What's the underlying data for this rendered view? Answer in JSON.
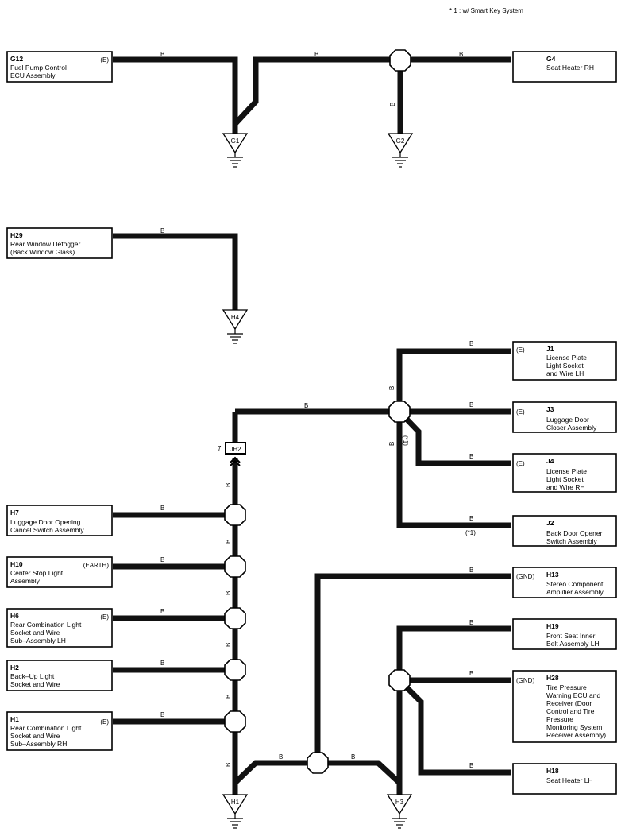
{
  "note": "* 1 : w/ Smart Key System",
  "wire_color": "B",
  "components": {
    "g12": {
      "code": "G12",
      "lines": [
        "Fuel Pump Control",
        "ECU Assembly"
      ],
      "tag": "(E)"
    },
    "g4": {
      "code": "G4",
      "lines": [
        "Seat Heater RH"
      ],
      "tag": ""
    },
    "h29": {
      "code": "H29",
      "lines": [
        "Rear Window Defogger",
        "(Back Window Glass)"
      ],
      "tag": ""
    },
    "j1": {
      "code": "J1",
      "lines": [
        "License Plate",
        "Light Socket",
        "and Wire LH"
      ],
      "tag": "(E)"
    },
    "j3": {
      "code": "J3",
      "lines": [
        "Luggage Door",
        "Closer Assembly"
      ],
      "tag": "(E)"
    },
    "j4": {
      "code": "J4",
      "lines": [
        "License Plate",
        "Light Socket",
        "and Wire RH"
      ],
      "tag": "(E)"
    },
    "j2": {
      "code": "J2",
      "lines": [
        "Back Door Opener",
        "Switch Assembly"
      ],
      "tag": ""
    },
    "h7": {
      "code": "H7",
      "lines": [
        "Luggage Door Opening",
        "Cancel Switch Assembly"
      ],
      "tag": ""
    },
    "h10": {
      "code": "H10",
      "lines": [
        "Center Stop Light",
        "Assembly"
      ],
      "tag": "(EARTH)"
    },
    "h6": {
      "code": "H6",
      "lines": [
        "Rear Combination Light",
        "Socket and Wire",
        "Sub–Assembly LH"
      ],
      "tag": "(E)"
    },
    "h2": {
      "code": "H2",
      "lines": [
        "Back–Up Light",
        "Socket and Wire"
      ],
      "tag": ""
    },
    "h1": {
      "code": "H1",
      "lines": [
        "Rear Combination Light",
        "Socket and Wire",
        "Sub–Assembly RH"
      ],
      "tag": "(E)"
    },
    "h13": {
      "code": "H13",
      "lines": [
        "Stereo Component",
        "Amplifier Assembly"
      ],
      "tag": "(GND)"
    },
    "h19": {
      "code": "H19",
      "lines": [
        "Front Seat Inner",
        "Belt Assembly LH"
      ],
      "tag": ""
    },
    "h28": {
      "code": "H28",
      "lines": [
        "Tire Pressure",
        "Warning ECU and",
        "Receiver (Door",
        "Control and Tire",
        "Pressure",
        "Monitoring System",
        "Receiver Assembly)"
      ],
      "tag": "(GND)"
    },
    "h18": {
      "code": "H18",
      "lines": [
        "Seat Heater LH"
      ],
      "tag": ""
    }
  },
  "grounds": {
    "g1": "G1",
    "g2": "G2",
    "h4": "H4",
    "h1": "H1",
    "h3": "H3"
  },
  "connector": {
    "label": "JH2",
    "pin": "7"
  },
  "notes": {
    "star1": "(*1)"
  }
}
